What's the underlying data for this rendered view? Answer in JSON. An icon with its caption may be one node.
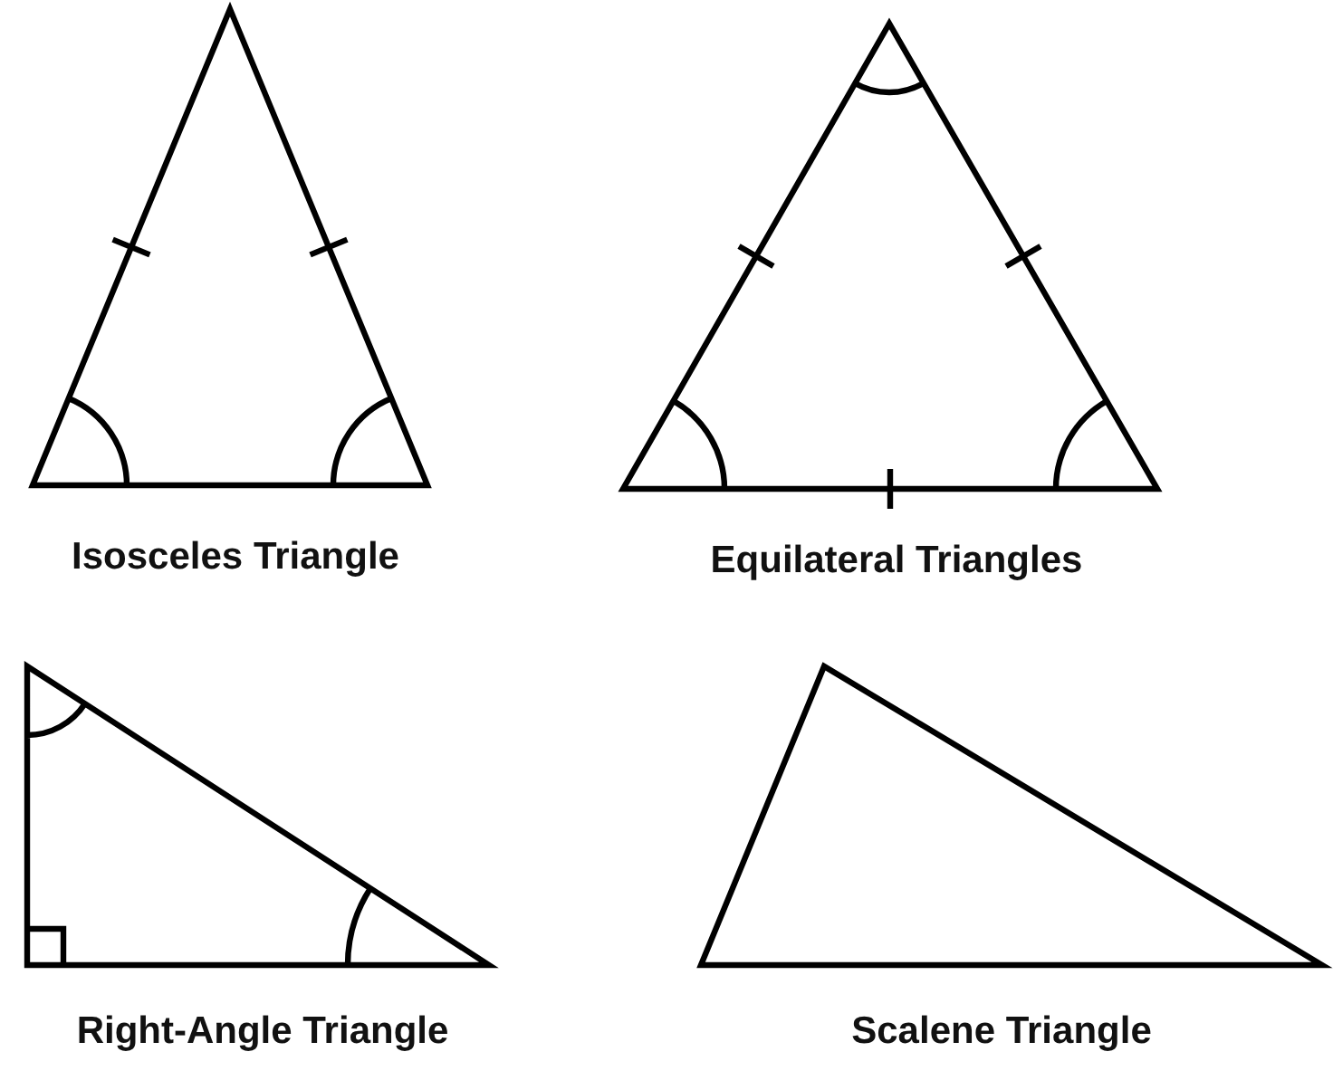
{
  "diagram": {
    "nodes": [
      {
        "text": [
          "Isosceles Triangle"
        ]
      },
      {
        "text": [
          "Equilateral Triangles"
        ]
      },
      {
        "text": [
          "Right-Angle Triangle"
        ]
      },
      {
        "text": [
          "Scalene Triangle"
        ]
      }
    ],
    "edges": []
  }
}
